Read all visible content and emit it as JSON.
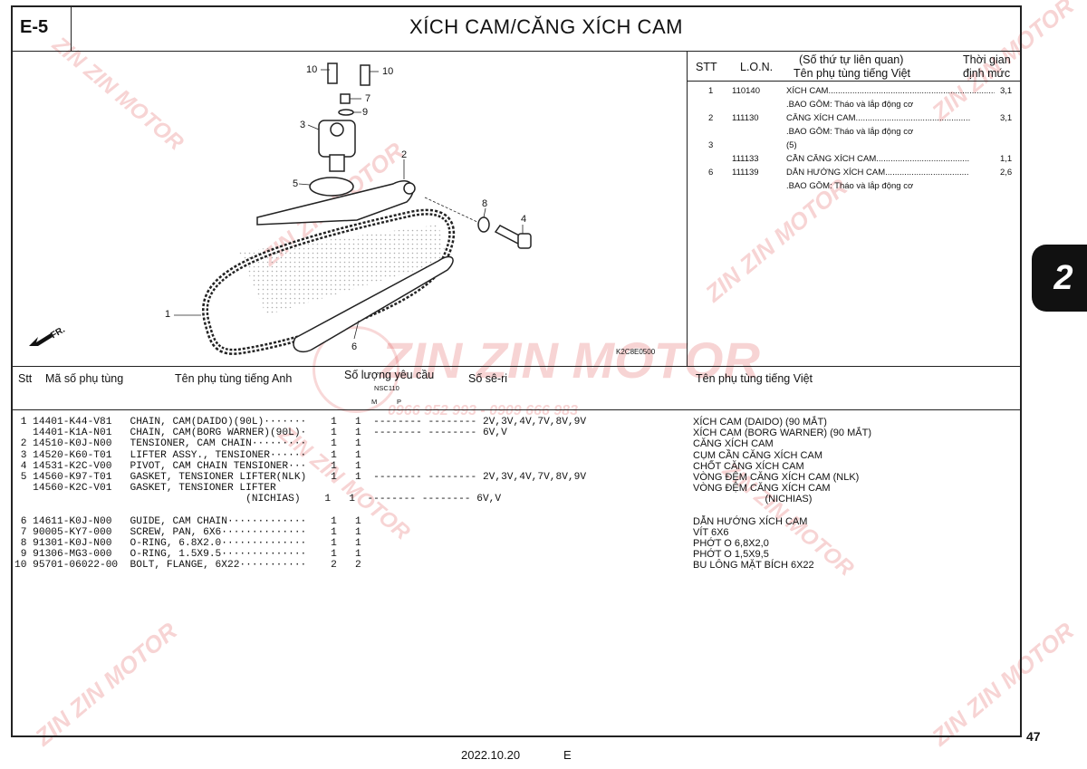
{
  "header": {
    "section_code": "E-5",
    "title": "XÍCH CAM/CĂNG XÍCH CAM"
  },
  "ref_table": {
    "col_stt": "STT",
    "col_lon": "L.O.N.",
    "col_name_line1": "(Số thứ tự liên quan)",
    "col_name_line2": "Tên phụ tùng tiếng Việt",
    "col_time_line1": "Thời gian",
    "col_time_line2": "định mức",
    "rows": [
      {
        "stt": "1",
        "lon": "110140",
        "name": "XÍCH CAM.........................................................................",
        "time": "3,1"
      },
      {
        "stt": "",
        "lon": "",
        "name": ".BAO GỒM: Tháo và lắp động cơ",
        "time": ""
      },
      {
        "stt": "2",
        "lon": "111130",
        "name": "CĂNG XÍCH CAM................................................",
        "time": "3,1"
      },
      {
        "stt": "",
        "lon": "",
        "name": ".BAO GỒM: Tháo và lắp động cơ",
        "time": ""
      },
      {
        "stt": "3",
        "lon": "",
        "name": "(5)",
        "time": ""
      },
      {
        "stt": "",
        "lon": "111133",
        "name": "CẦN CĂNG XÍCH CAM.......................................",
        "time": "1,1"
      },
      {
        "stt": "6",
        "lon": "111139",
        "name": "DẪN HƯỚNG XÍCH CAM...................................",
        "time": "2,6"
      },
      {
        "stt": "",
        "lon": "",
        "name": ".BAO GỒM: Tháo và lắp động cơ",
        "time": ""
      }
    ]
  },
  "diagram": {
    "code": "K2C8E0500",
    "fr_label": "FR.",
    "callouts": [
      "10",
      "10",
      "7",
      "9",
      "3",
      "5",
      "2",
      "8",
      "4",
      "1",
      "6"
    ]
  },
  "parts_table": {
    "col_stt": "Stt",
    "col_part_no": "Mã số phụ tùng",
    "col_name_en": "Tên phụ tùng tiếng Anh",
    "col_qty": "Số lượng yêu cầu",
    "col_qty_model": "NSC110",
    "col_qty_m": "M",
    "col_qty_p": "P",
    "col_serial": "Số sê-ri",
    "col_name_vn": "Tên phụ tùng tiếng Việt",
    "lines_en": [
      " 1 14401-K44-V81   CHAIN, CAM(DAIDO)(90L)·······    1   1  -------- -------- 2V,3V,4V,7V,8V,9V",
      "   14401-K1A-N01   CHAIN, CAM(BORG WARNER)(90L)·    1   1  -------- -------- 6V,V",
      " 2 14510-K0J-N00   TENSIONER, CAM CHAIN·········    1   1",
      " 3 14520-K60-T01   LIFTER ASSY., TENSIONER······    1   1",
      " 4 14531-K2C-V00   PIVOT, CAM CHAIN TENSIONER···    1   1",
      " 5 14560-K97-T01   GASKET, TENSIONER LIFTER(NLK)    1   1  -------- -------- 2V,3V,4V,7V,8V,9V",
      "   14560-K2C-V01   GASKET, TENSIONER LIFTER",
      "                                      (NICHIAS)    1   1  -------- -------- 6V,V",
      "",
      " 6 14611-K0J-N00   GUIDE, CAM CHAIN·············    1   1",
      " 7 90005-KY7-000   SCREW, PAN, 6X6··············    1   1",
      " 8 91301-K0J-N00   O-RING, 6.8X2.0··············    1   1",
      " 9 91306-MG3-000   O-RING, 1.5X9.5··············    1   1",
      "10 95701-06022-00  BOLT, FLANGE, 6X22···········    2   2"
    ],
    "lines_vn": [
      "XÍCH CAM (DAIDO) (90 MẮT)",
      "XÍCH CAM (BORG WARNER) (90 MẮT)",
      "CĂNG XÍCH CAM",
      "CỤM CẦN CĂNG XÍCH CAM",
      "CHỐT CĂNG XÍCH CAM",
      "VÒNG ĐỆM CĂNG XÍCH CAM (NLK)",
      "VÒNG ĐỆM CĂNG XÍCH CAM",
      "                          (NICHIAS)",
      "",
      "DẪN HƯỚNG XÍCH CAM",
      "VÍT 6X6",
      "PHỚT O 6,8X2,0",
      "PHỚT O 1,5X9,5",
      "BU LÔNG MẶT BÍCH 6X22"
    ]
  },
  "side_tab": "2",
  "footer": {
    "page_number": "47",
    "date": "2022.10.20",
    "edition": "E"
  },
  "watermark": {
    "brand": "ZIN ZIN MOTOR",
    "phone": "0966 952 993 - 0909 666 983"
  },
  "colors": {
    "watermark": "#dc3c3c",
    "ink": "#111111"
  }
}
